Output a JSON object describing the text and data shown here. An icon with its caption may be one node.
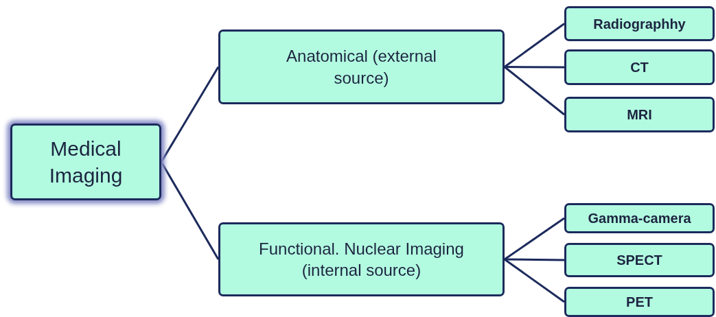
{
  "diagram": {
    "nodes": [
      {
        "text": [
          "Medical Imaging"
        ]
      },
      {
        "text": [
          "Anatomical (external source)"
        ]
      },
      {
        "text": [
          "Functional. Nuclear Imaging (internal source)"
        ]
      },
      {
        "text": [
          "Radiographhy"
        ]
      },
      {
        "text": [
          "CT"
        ]
      },
      {
        "text": [
          "MRI"
        ]
      },
      {
        "text": [
          "Gamma-camera"
        ]
      },
      {
        "text": [
          "SPECT"
        ]
      },
      {
        "text": [
          "PET"
        ]
      }
    ],
    "edges": [
      {
        "from": 0,
        "to": 1,
        "arrow": "none"
      },
      {
        "from": 0,
        "to": 2,
        "arrow": "none"
      },
      {
        "from": 1,
        "to": 3,
        "arrow": "none"
      },
      {
        "from": 1,
        "to": 4,
        "arrow": "none"
      },
      {
        "from": 1,
        "to": 5,
        "arrow": "none"
      },
      {
        "from": 2,
        "to": 6,
        "arrow": "none"
      },
      {
        "from": 2,
        "to": 7,
        "arrow": "none"
      },
      {
        "from": 2,
        "to": 8,
        "arrow": "none"
      }
    ]
  }
}
